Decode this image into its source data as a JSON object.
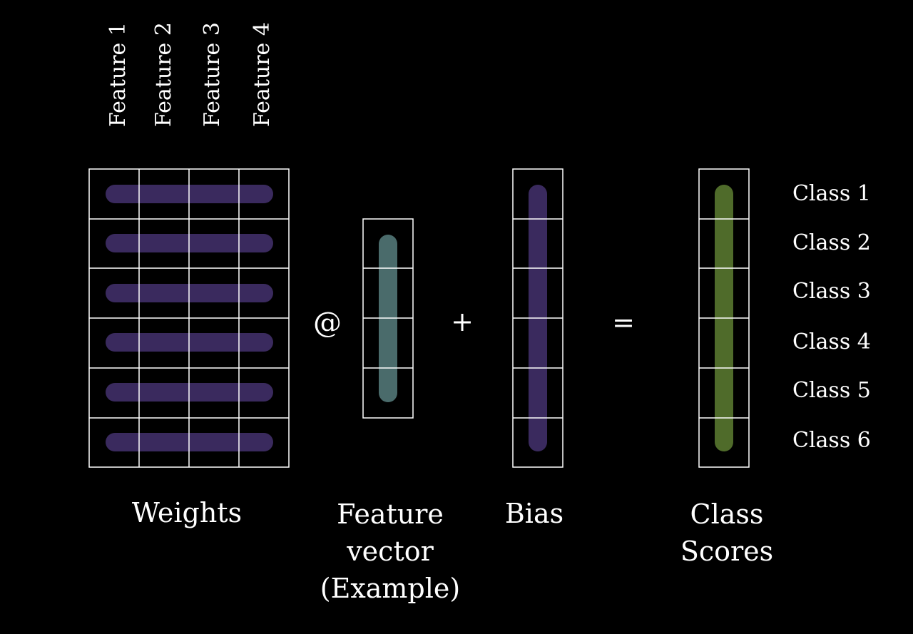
{
  "features": [
    "Feature 1",
    "Feature 2",
    "Feature 3",
    "Feature 4"
  ],
  "classes": [
    "Class 1",
    "Class 2",
    "Class 3",
    "Class 4",
    "Class 5",
    "Class 6"
  ],
  "operators": {
    "matmul": "@",
    "plus": "+",
    "equals": "="
  },
  "labels": {
    "weights": "Weights",
    "feature_vector": [
      "Feature",
      "vector",
      "(Example)"
    ],
    "bias": "Bias",
    "class_scores": [
      "Class",
      "Scores"
    ]
  },
  "colors": {
    "background": "#000000",
    "grid_line": "#ffffff",
    "weights_bar": "#3a2a5e",
    "feature_bar": "#4a6b6b",
    "bias_bar": "#3a2a5e",
    "scores_bar": "#4f6b2a"
  }
}
